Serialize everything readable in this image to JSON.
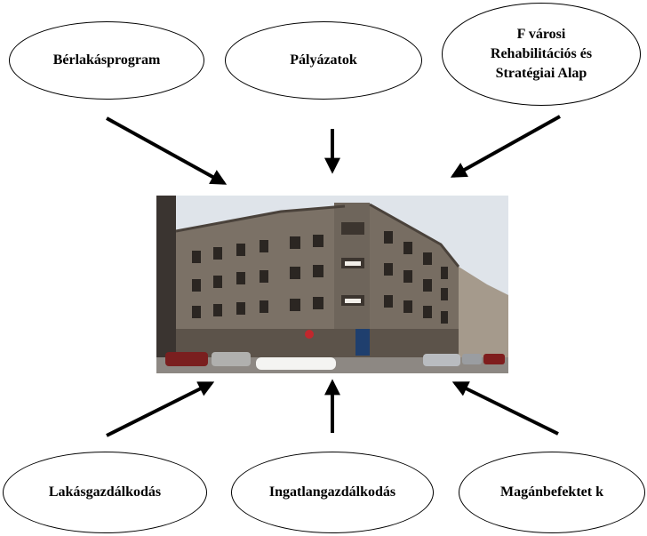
{
  "nodes": {
    "top_left": "Bérlakásprogram",
    "top_center": "Pályázatok",
    "top_right": "F  városi\nRehabilitációs és\nStratégiai Alap",
    "bottom_left": "Lakásgazdálkodás",
    "bottom_center": "Ingatlangazdálkodás",
    "bottom_right": "Magánbefektet  k"
  },
  "center_image": "building-photo"
}
